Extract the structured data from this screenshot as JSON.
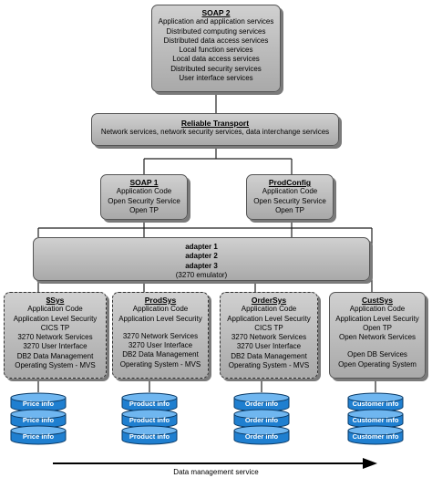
{
  "soap2": {
    "title": "SOAP 2",
    "lines": [
      "Application and application services",
      "Distributed computing services",
      "Distributed data access services",
      "Local function services",
      "Local data access services",
      "Distributed security services",
      "User interface services"
    ]
  },
  "reliable": {
    "title": "Reliable Transport",
    "lines": [
      "Network services, network security services, data interchange services"
    ]
  },
  "soap1": {
    "title": "SOAP 1",
    "lines": [
      "Application Code",
      "Open Security Service",
      "Open TP"
    ]
  },
  "prodconfig": {
    "title": "ProdConfig",
    "lines": [
      "Application Code",
      "Open Security Service",
      "Open TP"
    ]
  },
  "adapter": {
    "lines": [
      "adapter 1",
      "adapter 2",
      "adapter 3",
      "(3270 emulator)"
    ]
  },
  "ssys": {
    "title": "$Sys",
    "top": [
      "Application Code",
      "Application Level Security",
      "CICS TP"
    ],
    "bottom": [
      "3270 Network Services",
      "3270 User Interface",
      "DB2 Data Management",
      "Operating System - MVS"
    ],
    "db": [
      "Price info",
      "Price info",
      "Price info"
    ]
  },
  "prodsys": {
    "title": "ProdSys",
    "top": [
      "Application Code",
      "Application Level Security"
    ],
    "bottom": [
      "3270 Network Services",
      "3270 User Interface",
      "DB2 Data Management",
      "Operating System - MVS"
    ],
    "db": [
      "Product info",
      "Product info",
      "Product info"
    ]
  },
  "ordersys": {
    "title": "OrderSys",
    "top": [
      "Application Code",
      "Application Level Security",
      "CICS TP"
    ],
    "bottom": [
      "3270 Network Services",
      "3270 User Interface",
      "DB2 Data Management",
      "Operating System - MVS"
    ],
    "db": [
      "Order info",
      "Order info",
      "Order info"
    ]
  },
  "custsys": {
    "title": "CustSys",
    "top": [
      "Application Code",
      "Application Level Security",
      "Open TP",
      "Open Network Services"
    ],
    "bottom": [
      "Open DB Services",
      "Open Operating System"
    ],
    "db": [
      "Customer info",
      "Customer info",
      "Customer info"
    ]
  },
  "caption": "Data management service",
  "colors": {
    "box_fill": "#b8b8b8",
    "db_fill": "#1f7fd0",
    "db_top": "#6fb6f0"
  }
}
